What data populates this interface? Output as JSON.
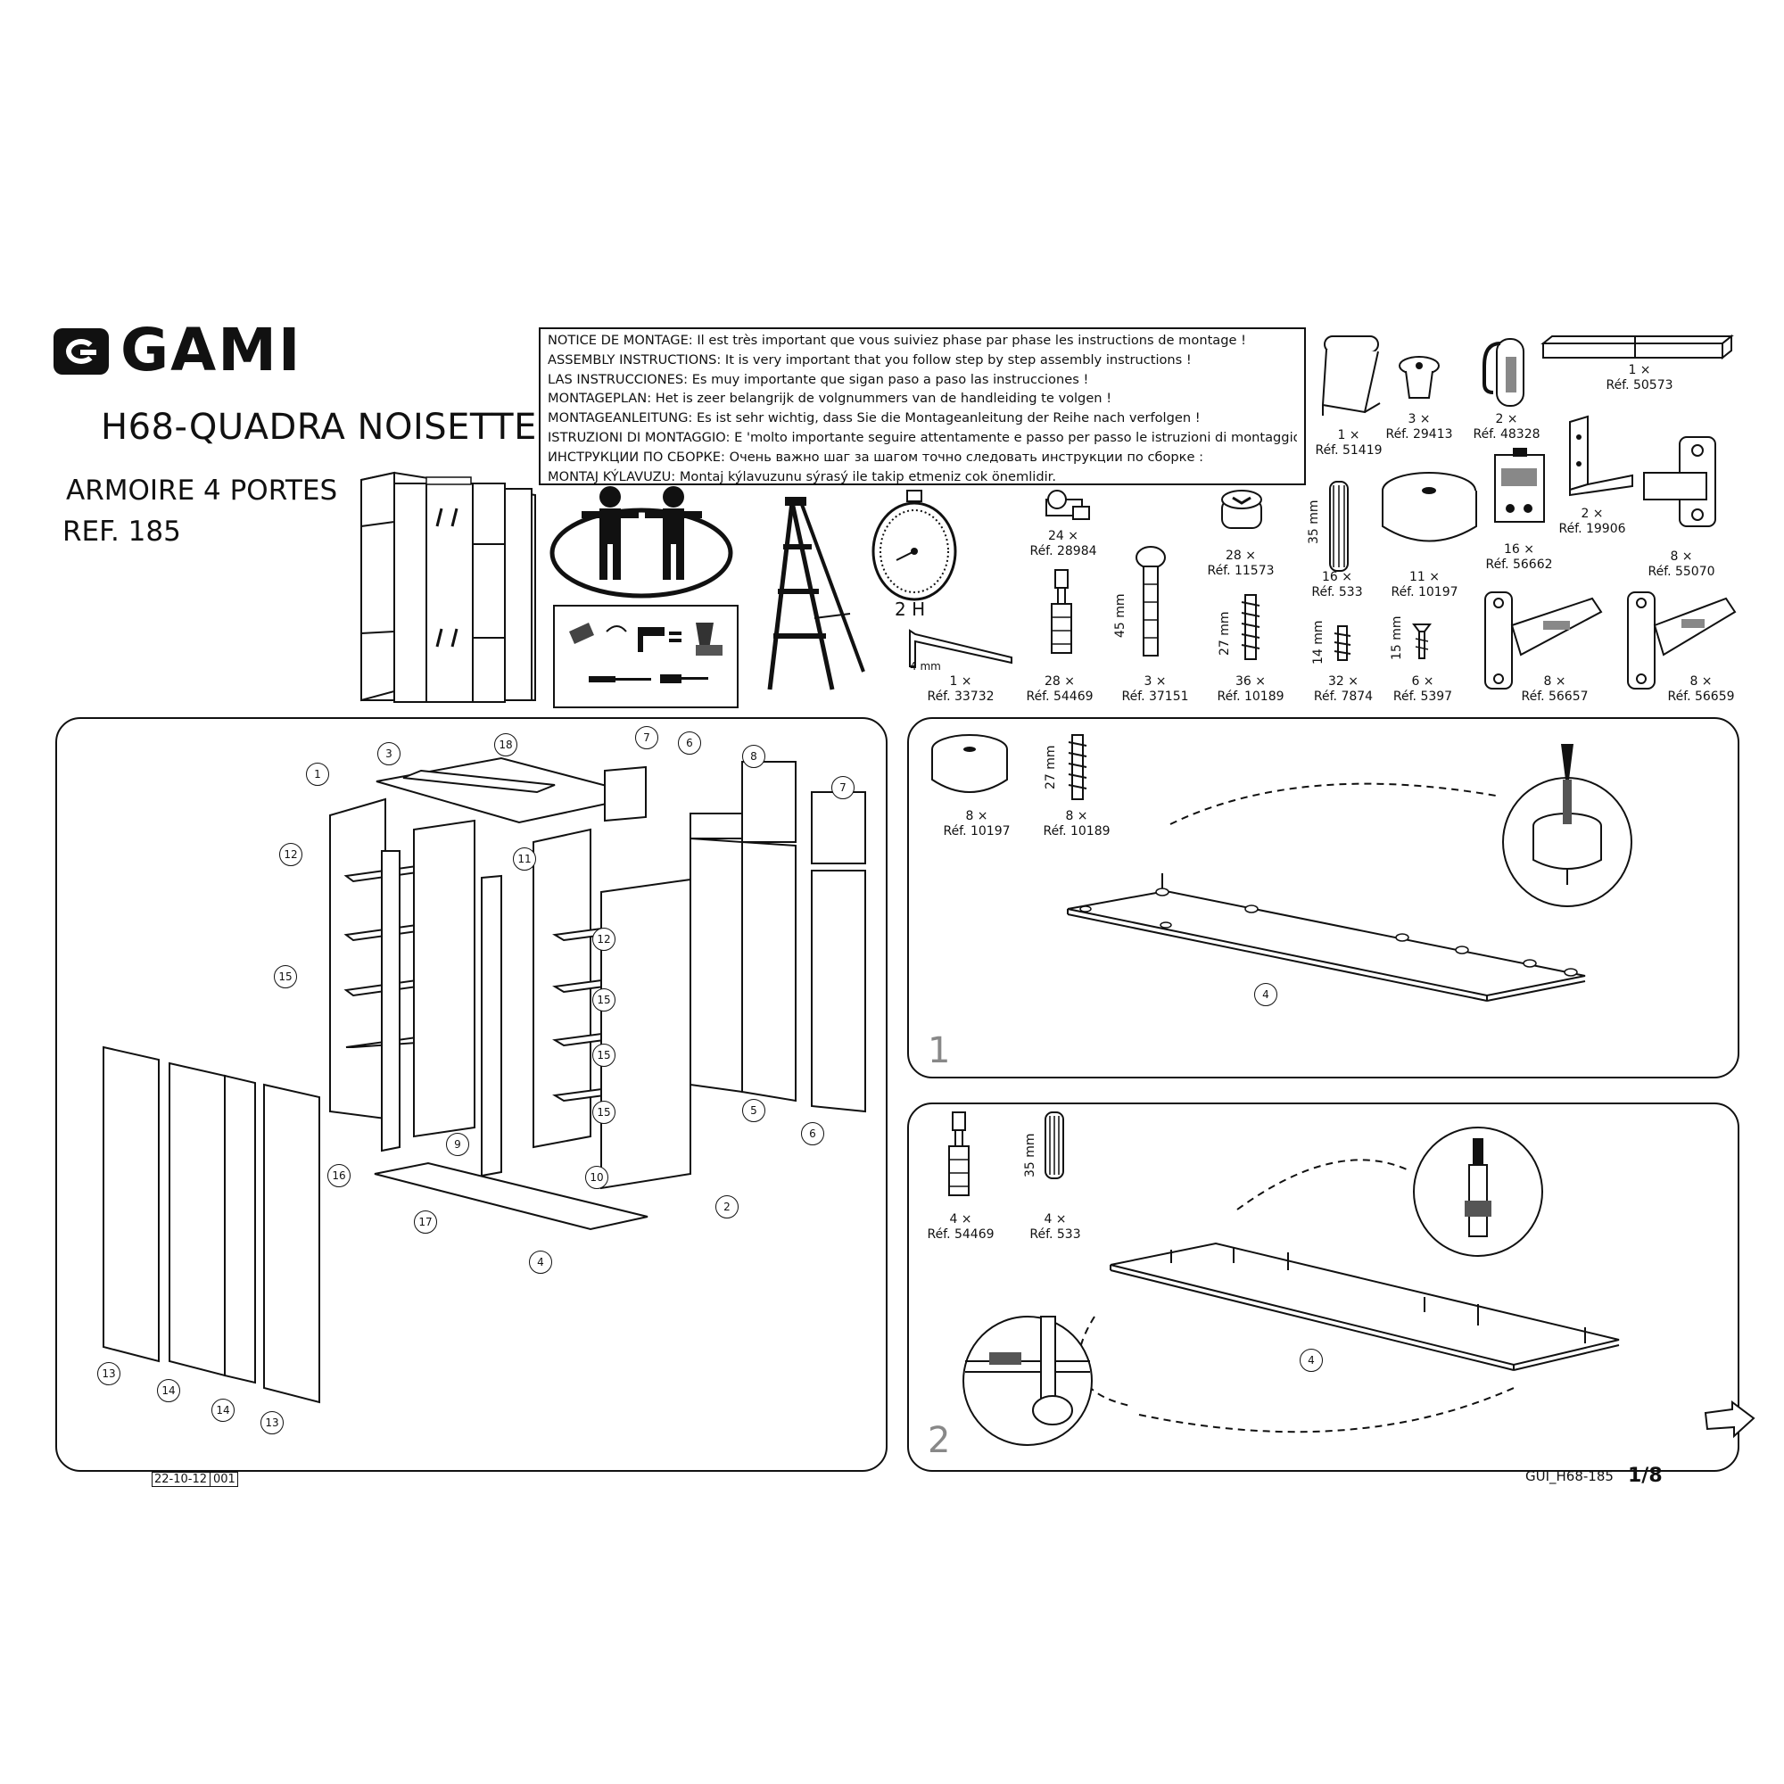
{
  "brand": {
    "name": "GAMI"
  },
  "header": {
    "model": "H68-QUADRA NOISETTE",
    "product": "ARMOIRE 4 PORTES",
    "reference": "REF. 185"
  },
  "notice_lines": [
    "NOTICE DE MONTAGE: Il est très important que vous suiviez phase par phase les instructions de montage !",
    "ASSEMBLY INSTRUCTIONS: It is very important that you follow step by step assembly instructions !",
    "LAS INSTRUCCIONES: Es muy importante que sigan paso a paso las instrucciones !",
    "MONTAGEPLAN: Het is zeer belangrijk de volgnummers van de handleiding te volgen !",
    "MONTAGEANLEITUNG: Es ist sehr wichtig, dass Sie die Montageanleitung der Reihe nach verfolgen !",
    "ISTRUZIONI DI MONTAGGIO: E 'molto importante seguire attentamente e passo per passo le istruzioni di montaggio!",
    "ИНСТРУКЦИИ ПО СБОРКЕ: Очень важно шаг за шагом точно следовать инструкции по сборке :",
    "MONTAJ KÝLAVUZU: Montaj kýlavuzunu sýrasý ile takip etmeniz cok önemlidir."
  ],
  "tools": {
    "time": "2 H",
    "allen_key_size": "4 mm"
  },
  "hardware": [
    {
      "qty": "1 ×",
      "ref": "Réf. 51419"
    },
    {
      "qty": "3 ×",
      "ref": "Réf. 29413"
    },
    {
      "qty": "2 ×",
      "ref": "Réf. 48328"
    },
    {
      "qty": "1 ×",
      "ref": "Réf. 50573"
    },
    {
      "qty": "24 ×",
      "ref": "Réf. 28984"
    },
    {
      "qty": "28 ×",
      "ref": "Réf. 11573"
    },
    {
      "qty": "16 ×",
      "ref": "Réf. 533",
      "size": "35 mm"
    },
    {
      "qty": "11 ×",
      "ref": "Réf. 10197"
    },
    {
      "qty": "16 ×",
      "ref": "Réf. 56662"
    },
    {
      "qty": "2 ×",
      "ref": "Réf. 19906"
    },
    {
      "qty": "8 ×",
      "ref": "Réf. 55070"
    },
    {
      "qty": "1 ×",
      "ref": "Réf. 33732"
    },
    {
      "qty": "28 ×",
      "ref": "Réf. 54469"
    },
    {
      "qty": "3 ×",
      "ref": "Réf. 37151",
      "size": "45 mm"
    },
    {
      "qty": "36 ×",
      "ref": "Réf. 10189",
      "size": "27 mm"
    },
    {
      "qty": "32 ×",
      "ref": "Réf. 7874",
      "size": "14 mm"
    },
    {
      "qty": "6 ×",
      "ref": "Réf. 5397",
      "size": "15 mm"
    },
    {
      "qty": "8 ×",
      "ref": "Réf. 56657"
    },
    {
      "qty": "8 ×",
      "ref": "Réf. 56659"
    }
  ],
  "exploded_view": {
    "callouts": [
      "1",
      "3",
      "18",
      "7",
      "6",
      "8",
      "7",
      "12",
      "11",
      "15",
      "12",
      "15",
      "15",
      "15",
      "9",
      "10",
      "5",
      "6",
      "16",
      "17",
      "4",
      "2",
      "13",
      "14",
      "14",
      "13"
    ]
  },
  "step1": {
    "number": "1",
    "parts": [
      {
        "qty": "8 ×",
        "ref": "Réf. 10197"
      },
      {
        "qty": "8 ×",
        "ref": "Réf. 10189",
        "size": "27 mm"
      }
    ],
    "panel_label": "4"
  },
  "step2": {
    "number": "2",
    "parts": [
      {
        "qty": "4 ×",
        "ref": "Réf. 54469"
      },
      {
        "qty": "4 ×",
        "ref": "Réf. 533",
        "size": "35 mm"
      }
    ],
    "panel_label": "4"
  },
  "footer": {
    "date": "22-10-12",
    "revision": "001",
    "doc_code": "GUI_H68-185",
    "page": "1/8"
  }
}
